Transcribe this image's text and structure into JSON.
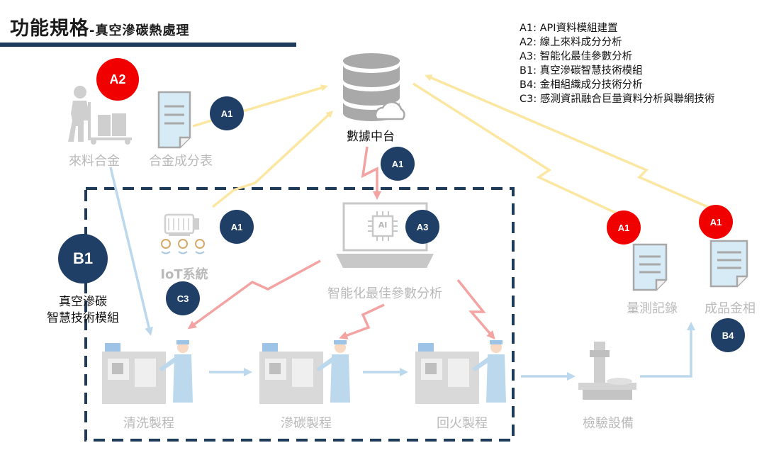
{
  "title": {
    "main": "功能規格",
    "sub": "-真空滲碳熱處理"
  },
  "legend": [
    "A1: API資料模組建置",
    "A2: 線上來料成分分析",
    "A3: 智能化最佳參數分析",
    "B1: 真空滲碳智慧技術模組",
    "B4: 金相組織成分技術分析",
    "C3: 感測資訊融合巨量資料分析與聯網技術"
  ],
  "nodes": {
    "incoming_alloy": "來料合金",
    "alloy_table": "合金成分表",
    "data_platform": "數據中台",
    "iot_system": "IoT系統",
    "smart_analysis": "智能化最佳參數分析",
    "vacuum_module_line1": "真空滲碳",
    "vacuum_module_line2": "智慧技術模組",
    "measurement_record": "量測記錄",
    "product_metallography": "成品金相",
    "cleaning": "清洗製程",
    "carburizing": "滲碳製程",
    "tempering": "回火製程",
    "inspection": "檢驗設備",
    "ai_chip": "AI"
  },
  "badges": {
    "a2": "A2",
    "a1_alloy": "A1",
    "a1_platform": "A1",
    "a1_iot": "A1",
    "a3": "A3",
    "b1": "B1",
    "c3": "C3",
    "a1_measure": "A1",
    "a1_product": "A1",
    "b4": "B4"
  },
  "colors": {
    "navy": "#1f3f66",
    "red": "#f10000",
    "yellow_arrow": "#fbe7a1",
    "pink_arrow": "#f4a3a3",
    "blue_arrow": "#bcd8ec",
    "dashed_box": "#1f3b5a",
    "icon_gray": "#cfcfcf"
  }
}
